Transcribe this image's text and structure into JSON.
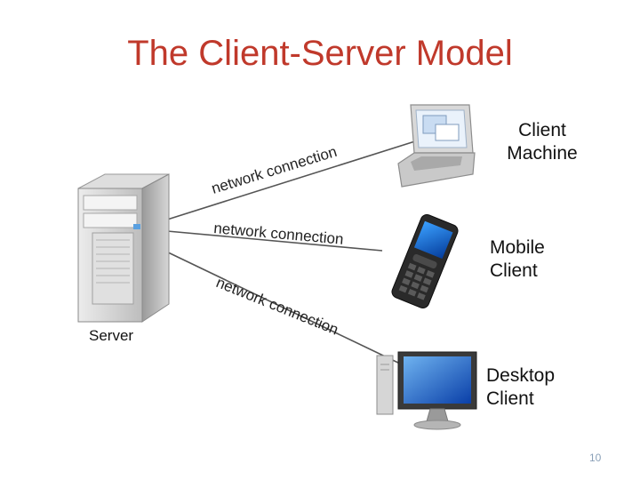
{
  "title": "The Client-Server Model",
  "server_label": "Server",
  "connections": {
    "top": "network connection",
    "middle": "network connection",
    "bottom": "network connection"
  },
  "clients": {
    "client_machine": [
      "Client",
      "Machine"
    ],
    "mobile_client": [
      "Mobile",
      "Client"
    ],
    "desktop_client": [
      "Desktop",
      "Client"
    ]
  },
  "page_number": "10",
  "icons": {
    "server": "server-tower-icon",
    "laptop": "laptop-icon",
    "phone": "mobile-phone-icon",
    "desktop": "desktop-monitor-icon"
  },
  "colors": {
    "title": "#c0392b",
    "line": "#555555"
  }
}
